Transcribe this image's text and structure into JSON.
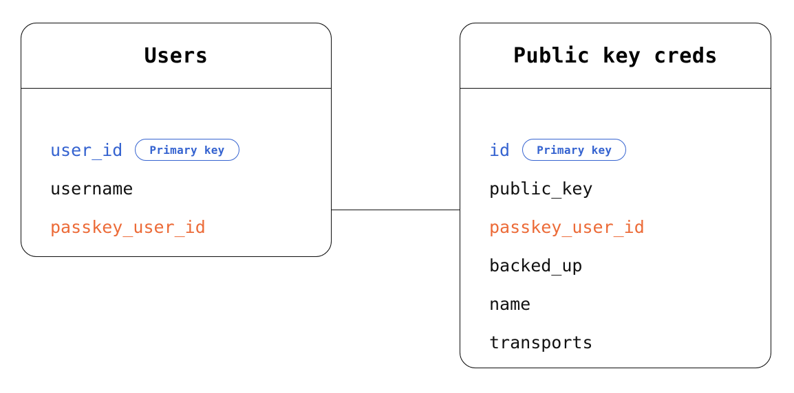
{
  "diagram": {
    "type": "entity-relationship-diagram",
    "background_color": "#ffffff",
    "colors": {
      "primary_key": "#3563d0",
      "foreign_key": "#ec6b38",
      "text": "#111111",
      "border": "#0d0d0d"
    }
  },
  "entities": [
    {
      "id": "users",
      "title": "Users",
      "fields": [
        {
          "name": "user_id",
          "role": "pk",
          "badge": "Primary key"
        },
        {
          "name": "username",
          "role": "plain",
          "badge": null
        },
        {
          "name": "passkey_user_id",
          "role": "fk",
          "badge": null
        }
      ]
    },
    {
      "id": "pkcreds",
      "title": "Public key creds",
      "fields": [
        {
          "name": "id",
          "role": "pk",
          "badge": "Primary key"
        },
        {
          "name": "public_key",
          "role": "plain",
          "badge": null
        },
        {
          "name": "passkey_user_id",
          "role": "fk",
          "badge": null
        },
        {
          "name": "backed_up",
          "role": "plain",
          "badge": null
        },
        {
          "name": "name",
          "role": "plain",
          "badge": null
        },
        {
          "name": "transports",
          "role": "plain",
          "badge": null
        }
      ]
    }
  ],
  "relationships": [
    {
      "from_entity": "users",
      "from_field": "passkey_user_id",
      "to_entity": "pkcreds",
      "to_field": "passkey_user_id",
      "style": "straight-line"
    }
  ]
}
